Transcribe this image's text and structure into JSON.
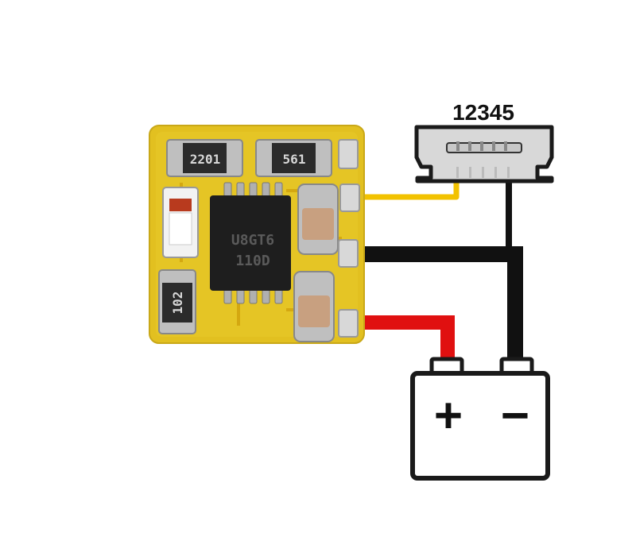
{
  "usb_connector": {
    "pin_label": "12345"
  },
  "pcb_module": {
    "resistor_labels": [
      "2201",
      "561",
      "102"
    ],
    "ic_marking": [
      "U8GT6",
      "110D"
    ]
  },
  "battery": {
    "positive_symbol": "+",
    "negative_symbol": "−"
  },
  "colors": {
    "pcb": "#e2c020",
    "wire_signal": "#f2c200",
    "wire_positive": "#e01010",
    "wire_negative": "#111111",
    "usb_body": "#d8d8d8"
  }
}
